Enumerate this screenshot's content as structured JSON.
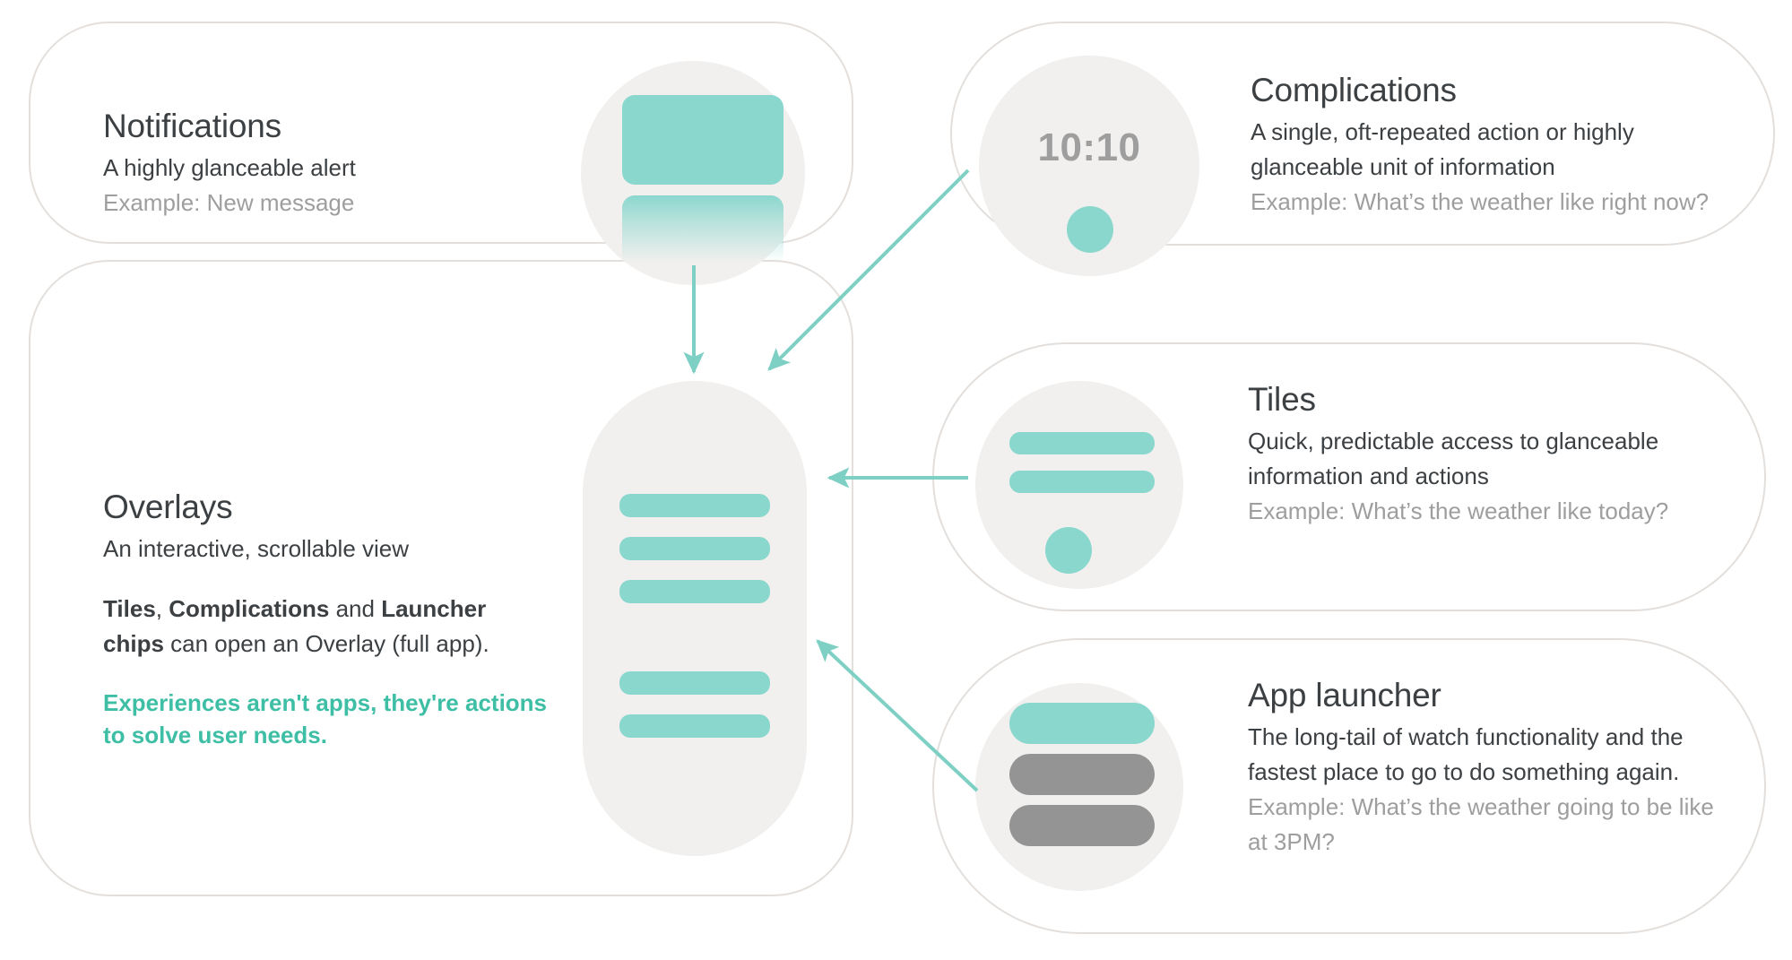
{
  "theme": {
    "teal": "#8AD7CE",
    "teal_text": "#3EBFA5",
    "gray_chip": "#949494",
    "panel_border": "#E3DFDC",
    "circle_bg": "#F1F0EE",
    "text_primary": "#3C4043",
    "text_muted": "#9E9E9E",
    "background": "#FFFFFF"
  },
  "panels": {
    "notifications": {
      "title": "Notifications",
      "description": "A highly glanceable alert",
      "example": "Example:  New message"
    },
    "complications": {
      "title": "Complications",
      "description": "A single, oft-repeated action or highly glanceable unit of information",
      "example": "Example:  What’s the weather like right now?",
      "clock_value": "10:10"
    },
    "overlays": {
      "title": "Overlays",
      "description": "An interactive, scrollable view",
      "body_bold_1": "Tiles",
      "body_sep_1": ", ",
      "body_bold_2": "Complications",
      "body_mid": " and ",
      "body_bold_3": "Launcher chips",
      "body_tail": " can open an Overlay (full app).",
      "emphasis": "Experiences aren't apps, they're actions to solve user needs."
    },
    "tiles": {
      "title": "Tiles",
      "description": "Quick, predictable access to glanceable information and actions",
      "example": "Example: What’s the weather like today?"
    },
    "app_launcher": {
      "title": "App launcher",
      "description": "The long-tail of watch functionality and the fastest place to go to do something again.",
      "example": "Example:  What’s the weather going to be like at 3PM?"
    }
  },
  "arrows": [
    {
      "name": "notifications-to-overlay",
      "direction": "down"
    },
    {
      "name": "complications-to-overlay",
      "direction": "down-left"
    },
    {
      "name": "tiles-to-overlay",
      "direction": "left"
    },
    {
      "name": "app-launcher-to-overlay",
      "direction": "up-left"
    }
  ]
}
